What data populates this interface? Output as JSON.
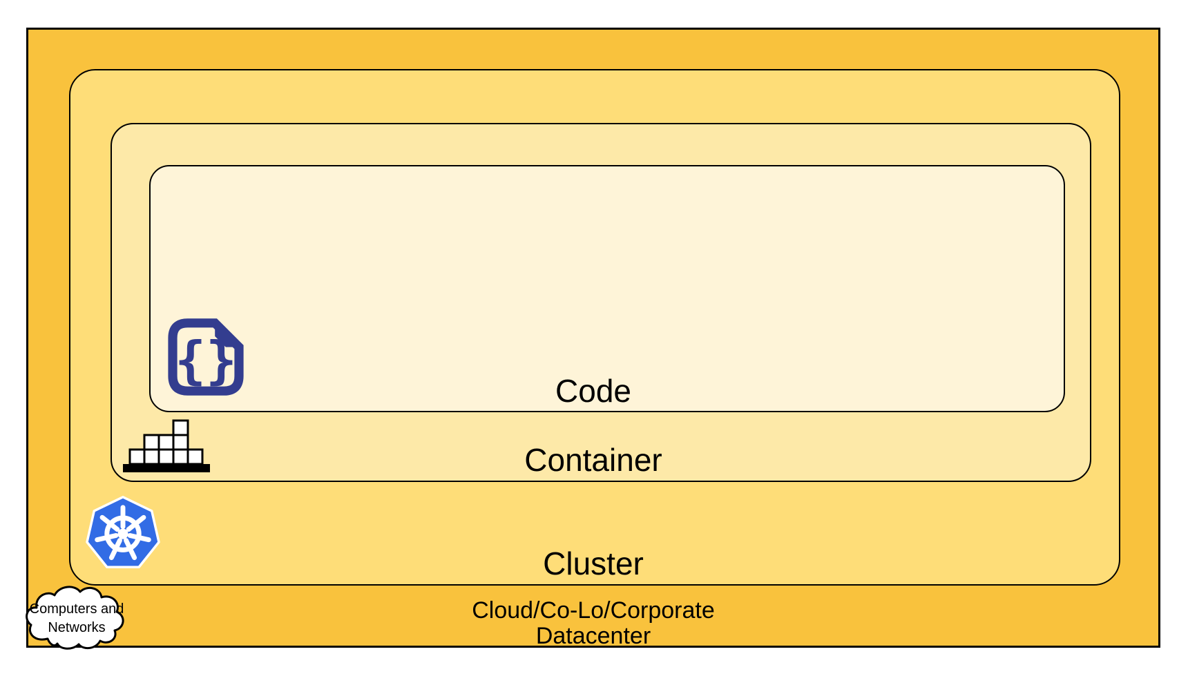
{
  "labels": {
    "code": "Code",
    "container": "Container",
    "cluster": "Cluster",
    "datacenter_line1": "Cloud/Co-Lo/Corporate",
    "datacenter_line2": "Datacenter",
    "cloud_line1": "Computers and",
    "cloud_line2": "Networks"
  },
  "icons": {
    "code": "code-file-icon",
    "container": "container-blocks-icon",
    "cluster": "kubernetes-logo-icon",
    "datacenter": "cloud-computers-networks-icon"
  },
  "colors": {
    "datacenter": "#F9C23D",
    "cluster": "#FEDD78",
    "container": "#FDE9A8",
    "code": "#FEF4D8",
    "outline": "#000000",
    "icon_navy": "#333D8F",
    "kubernetes_blue": "#326CE5",
    "canvas": "#FFFFFF"
  }
}
